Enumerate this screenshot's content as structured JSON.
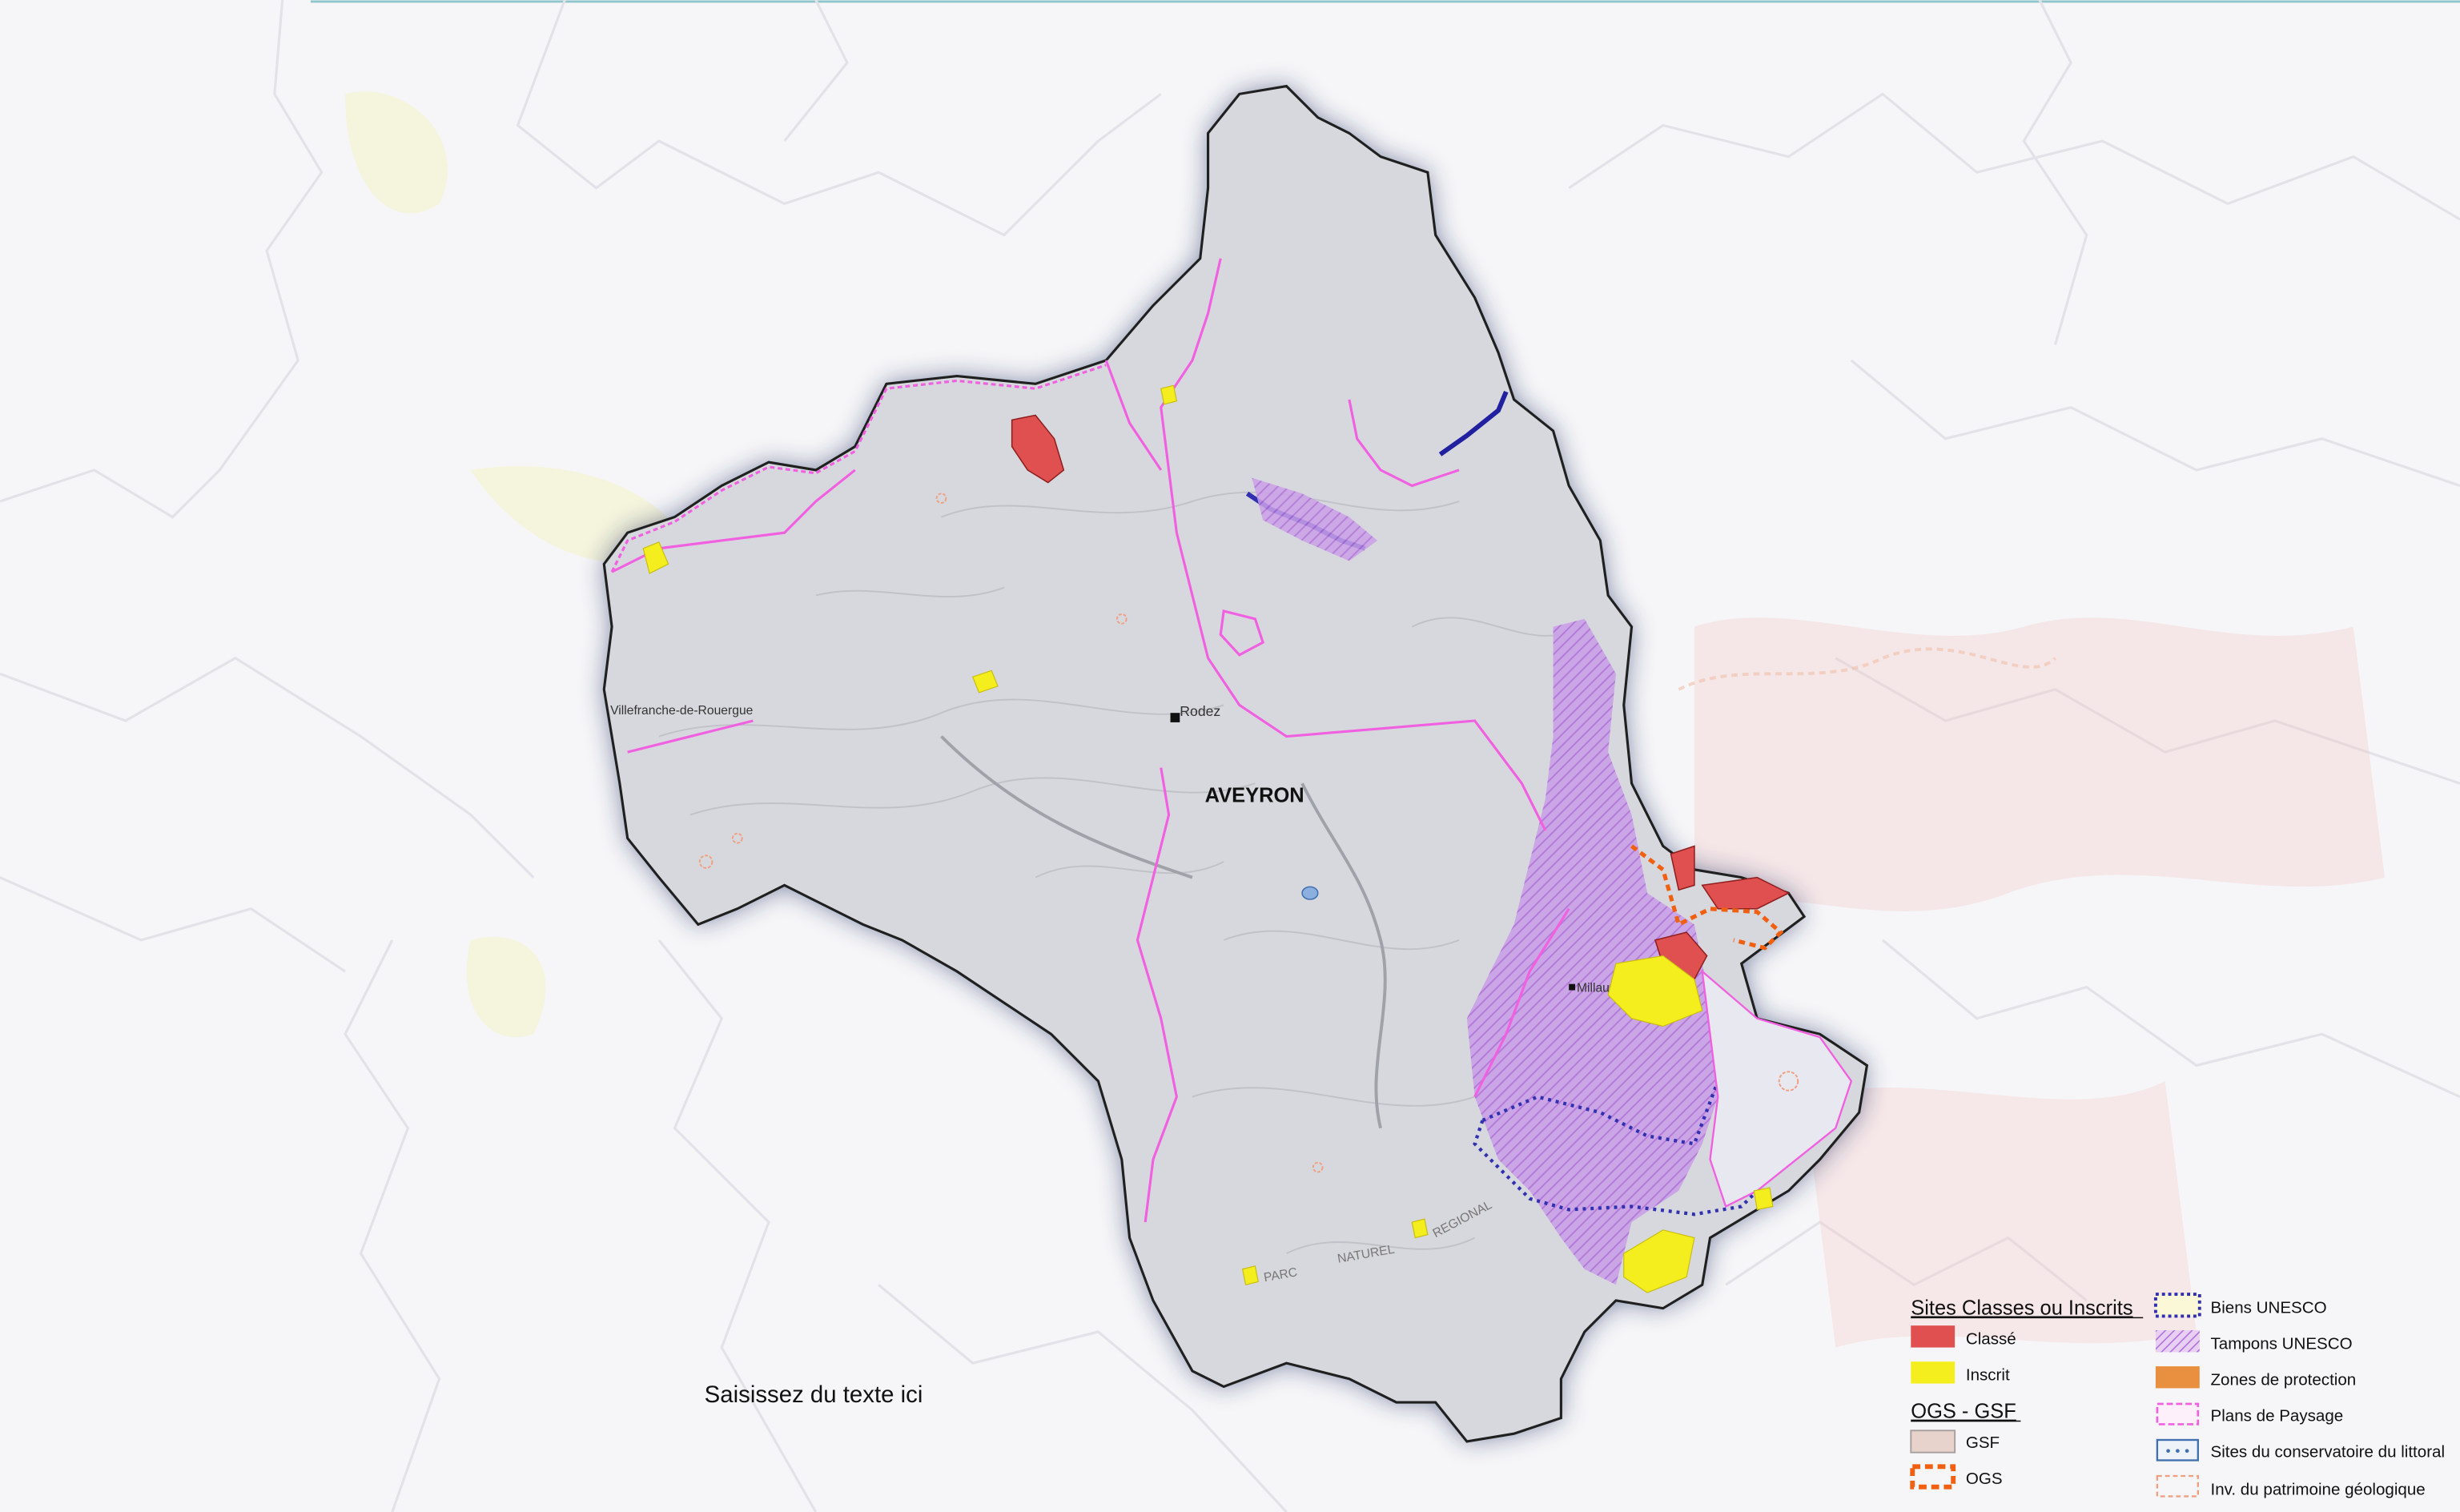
{
  "map": {
    "department_label": "AVEYRON",
    "cities": {
      "rodez": "Rodez",
      "millau": "Millau",
      "villefranche": "Villefranche-de-Rouergue"
    },
    "park_labels": [
      "PARC",
      "NATUREL",
      "REGIONAL"
    ],
    "placeholder_text": "Saisissez du texte ici"
  },
  "legend": {
    "section_sites": "Sites Classes ou Inscrits",
    "classe": "Classé",
    "inscrit": "Inscrit",
    "section_ogs": "OGS - GSF",
    "gsf": "GSF",
    "ogs": "OGS",
    "biens_unesco": "Biens UNESCO",
    "tampons_unesco": "Tampons UNESCO",
    "zones_protection": "Zones de protection",
    "plans_paysage": "Plans de Paysage",
    "conservatoire": "Sites du conservatoire du littoral",
    "inv_geologique": "Inv. du patrimoine géologique"
  },
  "colors": {
    "classe": "#e05050",
    "inscrit": "#f5ee1e",
    "unesco_buffer": "#b070d8",
    "unesco_border": "#3030b0",
    "plans_paysage": "#f060e0",
    "ogs": "#f06010",
    "zones_protection": "#e89040",
    "department_fill": "#d7d8dd",
    "department_border": "#202020"
  }
}
